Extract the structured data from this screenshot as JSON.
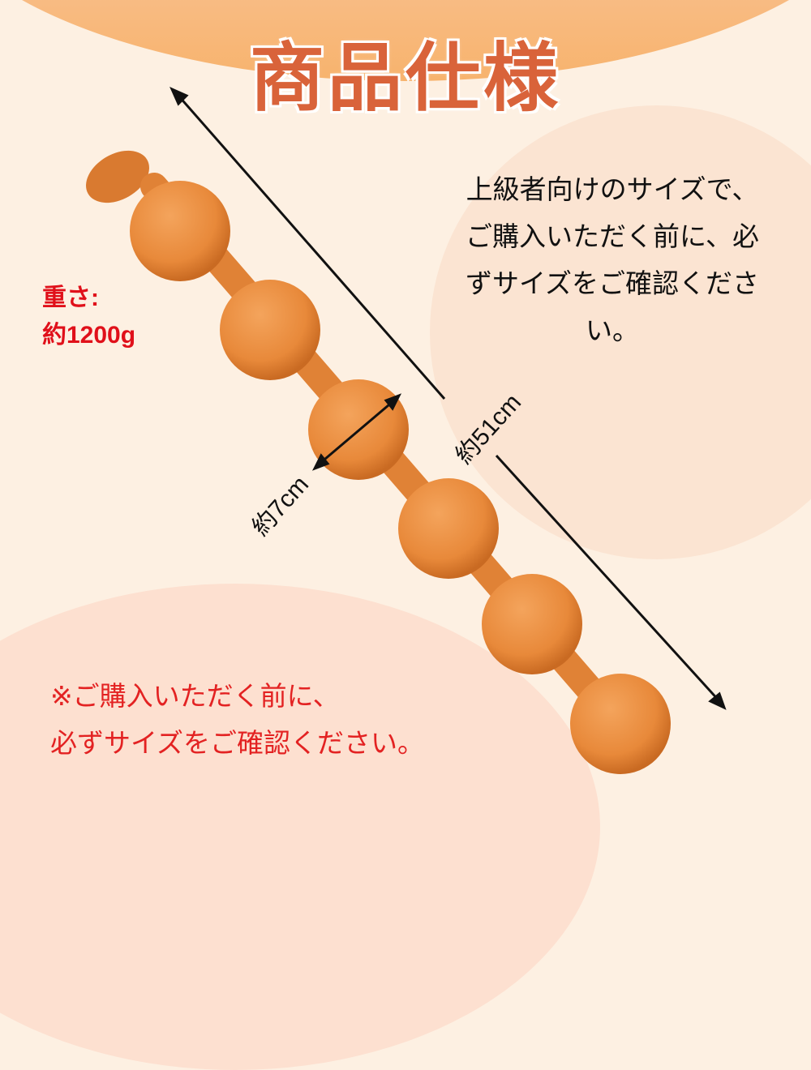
{
  "title": "商品仕様",
  "notice": {
    "lines": [
      "上級者向けのサイズで、",
      "ご購入いただく前に、必",
      "ずサイズをご確認ください。"
    ]
  },
  "weight": {
    "label": "重さ:",
    "value": "約1200g"
  },
  "dimensions": {
    "length": "約51cm",
    "diameter": "約7cm"
  },
  "warning": {
    "lines": [
      "※ご購入いただく前に、",
      "必ずサイズをご確認ください。"
    ]
  },
  "colors": {
    "accent": "#d9633a",
    "product": "#e8893a",
    "warning_text": "#e32222",
    "background": "#fdf0e2"
  }
}
